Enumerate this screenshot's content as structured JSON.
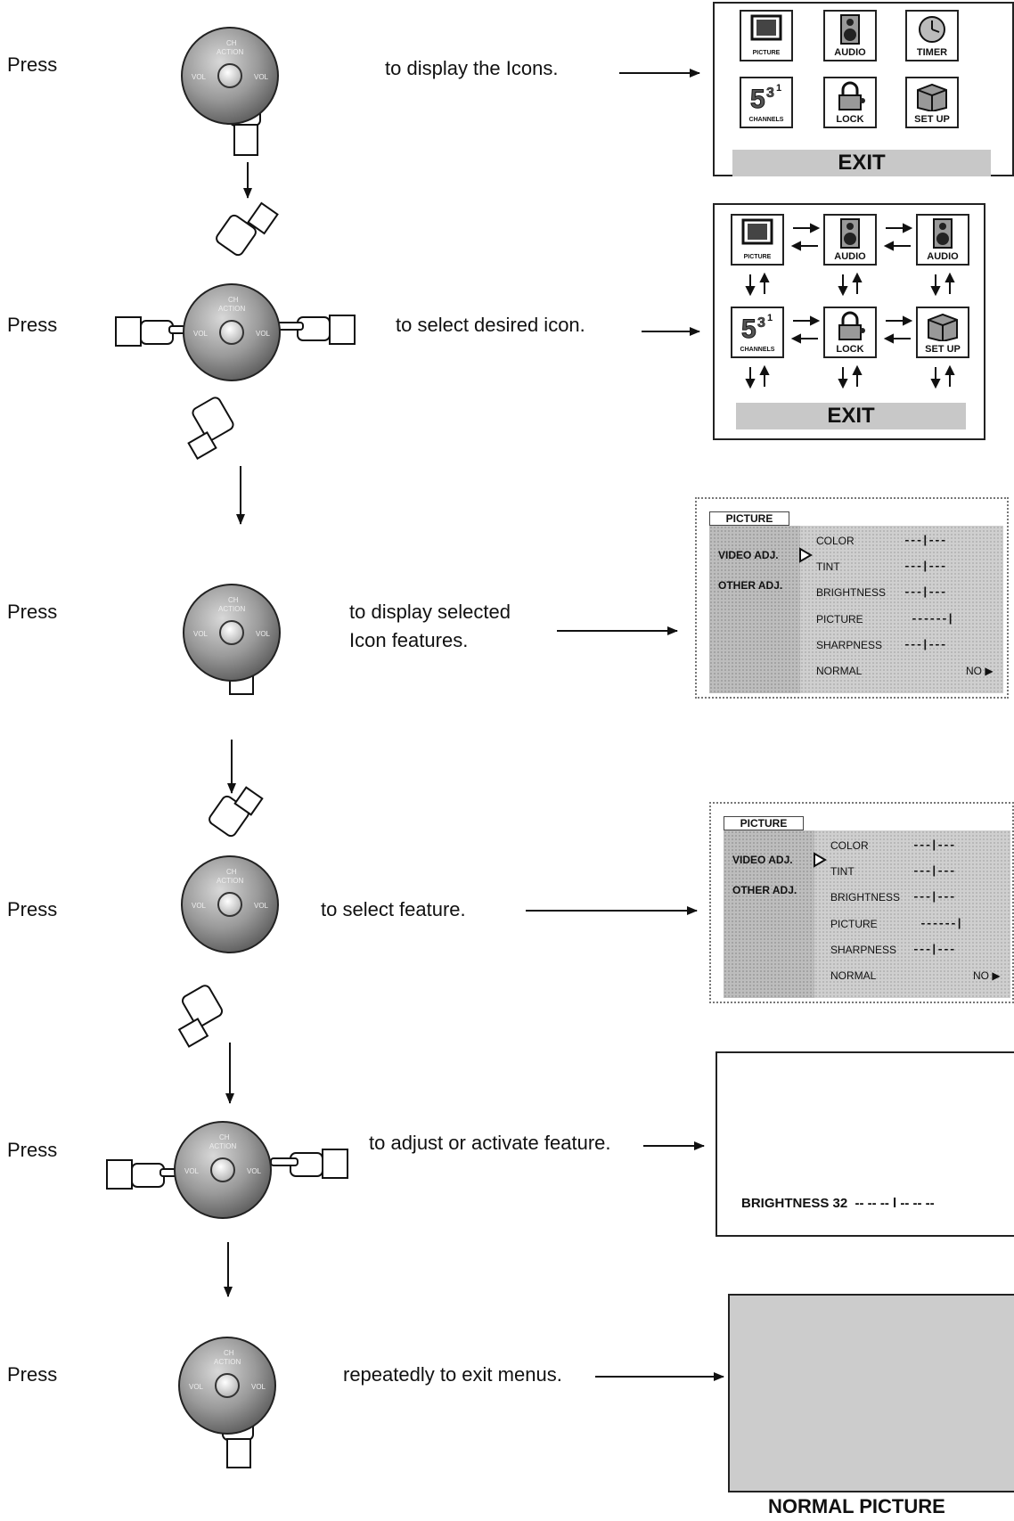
{
  "steps": [
    {
      "press": "Press",
      "instruction": "to display the Icons."
    },
    {
      "press": "Press",
      "instruction": "to select desired icon."
    },
    {
      "press": "Press",
      "instruction_line1": "to display selected",
      "instruction_line2": "Icon features."
    },
    {
      "press": "Press",
      "instruction": "to select feature."
    },
    {
      "press": "Press",
      "instruction": "to adjust or activate feature."
    },
    {
      "press": "Press",
      "instruction": "repeatedly to exit menus."
    }
  ],
  "remote_labels": {
    "ch": "CH",
    "action": "ACTION",
    "vol_left": "VOL",
    "vol_right": "VOL"
  },
  "icon_menu": {
    "icons": [
      "PICTURE",
      "AUDIO",
      "TIMER",
      "CHANNELS",
      "LOCK",
      "SET UP"
    ],
    "icons_select": [
      "PICTURE",
      "AUDIO",
      "AUDIO",
      "CHANNELS",
      "LOCK",
      "SET UP"
    ],
    "channels_glyph": "5",
    "exit": "EXIT"
  },
  "picture_menu": {
    "tab": "PICTURE",
    "options": [
      "VIDEO ADJ.",
      "OTHER ADJ."
    ],
    "rows": [
      {
        "label": "COLOR",
        "bar": "---|---"
      },
      {
        "label": "TINT",
        "bar": "---|---"
      },
      {
        "label": "BRIGHTNESS",
        "bar": "---|---"
      },
      {
        "label": "PICTURE",
        "bar": "------|"
      },
      {
        "label": "SHARPNESS",
        "bar": "---|---"
      },
      {
        "label": "NORMAL",
        "bar": "NO ▶"
      }
    ]
  },
  "adjust_screen": {
    "text": "BRIGHTNESS 32  -- -- -- l -- -- --"
  },
  "normal_screen": {
    "caption": "NORMAL PICTURE",
    "fill": "#cccccc"
  }
}
